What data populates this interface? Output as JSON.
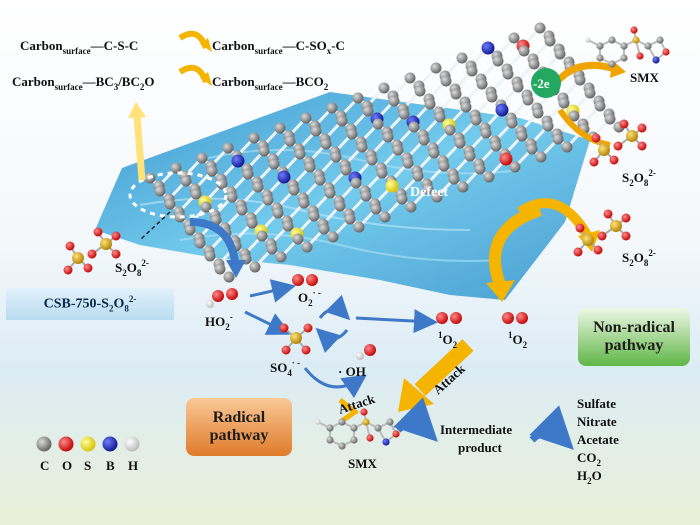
{
  "reactions": {
    "r1_left_main": "Carbon",
    "r1_left_sub": "surface",
    "r1_left_tail": "—C-S-C",
    "r1_right_main": "Carbon",
    "r1_right_sub": "surface",
    "r1_right_tail1": "—C-SO",
    "r1_right_sub2": "x",
    "r1_right_tail2": "-C",
    "r2_left_main": "Carbon",
    "r2_left_sub": "surface",
    "r2_left_tail": "—BC",
    "r2_left_sub2": "3",
    "r2_left_tail2": "/BC",
    "r2_left_sub3": "2",
    "r2_left_tail3": "O",
    "r2_right_main": "Carbon",
    "r2_right_sub": "surface",
    "r2_right_tail": "—BCO",
    "r2_right_sub2": "2"
  },
  "labels": {
    "smx_top": "SMX",
    "minus_2e": "-2e",
    "s2o8_main": "S",
    "s2o8_sub1": "2",
    "s2o8_mid": "O",
    "s2o8_sub2": "8",
    "s2o8_sup": "2-",
    "defect": "Defect",
    "catalyst": "CSB-750-S",
    "catalyst_sub1": "2",
    "catalyst_mid": "O",
    "catalyst_sub2": "8",
    "catalyst_sup": "2-",
    "ho2_main": "HO",
    "ho2_sub": "2",
    "ho2_sup": "-",
    "o2rad_main": "O",
    "o2rad_sub": "2",
    "o2rad_sup": "· -",
    "so4_main": "SO",
    "so4_sub": "4",
    "so4_sup": "· -",
    "oh": "· OH",
    "singlet_sup": "1",
    "singlet_main": "O",
    "singlet_sub": "2",
    "attack": "Attack",
    "smx_bottom": "SMX",
    "intermediate_line1": "Intermediate",
    "intermediate_line2": "product",
    "products": [
      "Sulfate",
      "Nitrate",
      "Acetate",
      "CO",
      "H"
    ],
    "co2_sub": "2",
    "h2o_sub": "2",
    "h2o_tail": "O"
  },
  "boxes": {
    "non_radical_line1": "Non-radical",
    "non_radical_line2": "pathway",
    "radical_line1": "Radical",
    "radical_line2": "pathway"
  },
  "legend": [
    {
      "symbol": "C",
      "color": "#7a7a7a"
    },
    {
      "symbol": "O",
      "color": "#e01010"
    },
    {
      "symbol": "S",
      "color": "#f0e000"
    },
    {
      "symbol": "B",
      "color": "#1020c8"
    },
    {
      "symbol": "H",
      "color": "#f2f2f2"
    }
  ],
  "colors": {
    "arrow_gold": "#f4b400",
    "arrow_blue": "#3e78c8",
    "nonrad_box": "#6cc46c",
    "rad_box": "#e88a3c",
    "sheet": "#3a9fd6"
  }
}
